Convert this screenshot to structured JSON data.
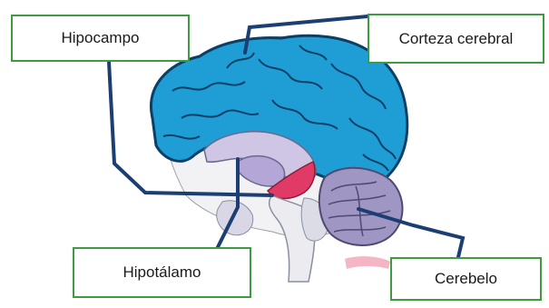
{
  "labels": {
    "hipocampo": "Hipocampo",
    "corteza": "Corteza cerebral",
    "hipotalamo": "Hipotálamo",
    "cerebelo": "Cerebelo"
  },
  "colors": {
    "cortex": "#1f9ed6",
    "cortex_outline": "#0b3f66",
    "leader_line": "#1c3f73",
    "box_border": "#3f9b3f",
    "limbic": "#b4a6d6",
    "hypothalamus": "#e23a67",
    "cerebellum": "#9f96c4"
  }
}
